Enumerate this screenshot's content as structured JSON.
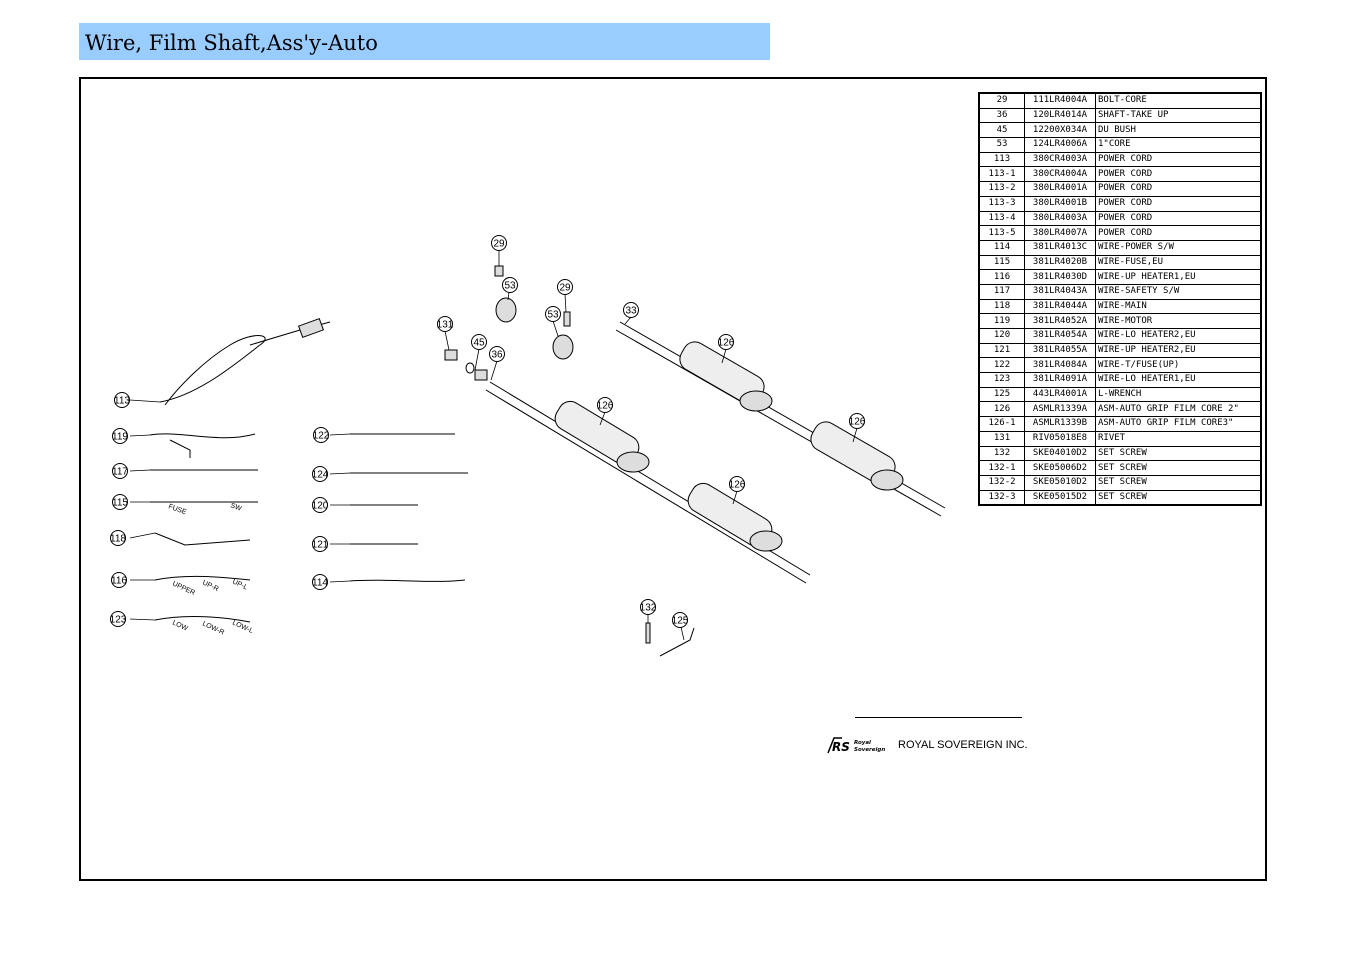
{
  "title": "Wire, Film Shaft,Ass'y-Auto",
  "parts": [
    {
      "no": "29",
      "part": "111LR4004A",
      "desc": "BOLT-CORE"
    },
    {
      "no": "36",
      "part": "120LR4014A",
      "desc": "SHAFT-TAKE UP"
    },
    {
      "no": "45",
      "part": "12200X034A",
      "desc": "DU BUSH"
    },
    {
      "no": "53",
      "part": "124LR4006A",
      "desc": "1\"CORE"
    },
    {
      "no": "113",
      "part": "380CR4003A",
      "desc": "POWER CORD"
    },
    {
      "no": "113-1",
      "part": "380CR4004A",
      "desc": "POWER CORD"
    },
    {
      "no": "113-2",
      "part": "380LR4001A",
      "desc": "POWER CORD"
    },
    {
      "no": "113-3",
      "part": "380LR4001B",
      "desc": "POWER CORD"
    },
    {
      "no": "113-4",
      "part": "380LR4003A",
      "desc": "POWER CORD"
    },
    {
      "no": "113-5",
      "part": "380LR4007A",
      "desc": "POWER CORD"
    },
    {
      "no": "114",
      "part": "381LR4013C",
      "desc": "WIRE-POWER S/W"
    },
    {
      "no": "115",
      "part": "381LR4020B",
      "desc": "WIRE-FUSE,EU"
    },
    {
      "no": "116",
      "part": "381LR4030D",
      "desc": "WIRE-UP HEATER1,EU"
    },
    {
      "no": "117",
      "part": "381LR4043A",
      "desc": "WIRE-SAFETY S/W"
    },
    {
      "no": "118",
      "part": "381LR4044A",
      "desc": "WIRE-MAIN"
    },
    {
      "no": "119",
      "part": "381LR4052A",
      "desc": "WIRE-MOTOR"
    },
    {
      "no": "120",
      "part": "381LR4054A",
      "desc": "WIRE-LO HEATER2,EU"
    },
    {
      "no": "121",
      "part": "381LR4055A",
      "desc": "WIRE-UP HEATER2,EU"
    },
    {
      "no": "122",
      "part": "381LR4084A",
      "desc": "WIRE-T/FUSE(UP)"
    },
    {
      "no": "123",
      "part": "381LR4091A",
      "desc": "WIRE-LO HEATER1,EU"
    },
    {
      "no": "125",
      "part": "443LR4001A",
      "desc": "L-WRENCH"
    },
    {
      "no": "126",
      "part": "ASMLR1339A",
      "desc": "ASM-AUTO GRIP FILM CORE 2\""
    },
    {
      "no": "126-1",
      "part": "ASMLR1339B",
      "desc": "ASM-AUTO GRIP FILM CORE3\""
    },
    {
      "no": "131",
      "part": "RIV05018E8",
      "desc": "RIVET"
    },
    {
      "no": "132",
      "part": "SKE04010D2",
      "desc": "SET SCREW"
    },
    {
      "no": "132-1",
      "part": "SKE05006D2",
      "desc": "SET SCREW"
    },
    {
      "no": "132-2",
      "part": "SKE05010D2",
      "desc": "SET SCREW"
    },
    {
      "no": "132-3",
      "part": "SKE05015D2",
      "desc": "SET SCREW"
    }
  ],
  "callouts": {
    "c29a": "29",
    "c53a": "53",
    "c29b": "29",
    "c53b": "53",
    "c131": "131",
    "c45": "45",
    "c36": "36",
    "c33": "33",
    "c126a": "126",
    "c126b": "126",
    "c126c": "126",
    "c126d": "126",
    "c113": "113",
    "c119": "119",
    "c117": "117",
    "c115": "115",
    "c118": "118",
    "c116": "116",
    "c123": "123",
    "c122": "122",
    "c124": "124",
    "c120": "120",
    "c121": "121",
    "c114": "114",
    "c132": "132",
    "c125": "125"
  },
  "wire_labels": {
    "fuse": "FUSE",
    "sw": "SW",
    "upper": "UPPER",
    "up_r": "UP-R",
    "up_l": "UP-L",
    "low": "LOW",
    "low_r": "LOW-R",
    "low_l": "LOW-L"
  },
  "brand": {
    "logo_text": "RS Royal Sovereign",
    "company": "ROYAL SOVEREIGN INC."
  },
  "colors": {
    "title_bg": "#99ccff",
    "line": "#000000"
  }
}
